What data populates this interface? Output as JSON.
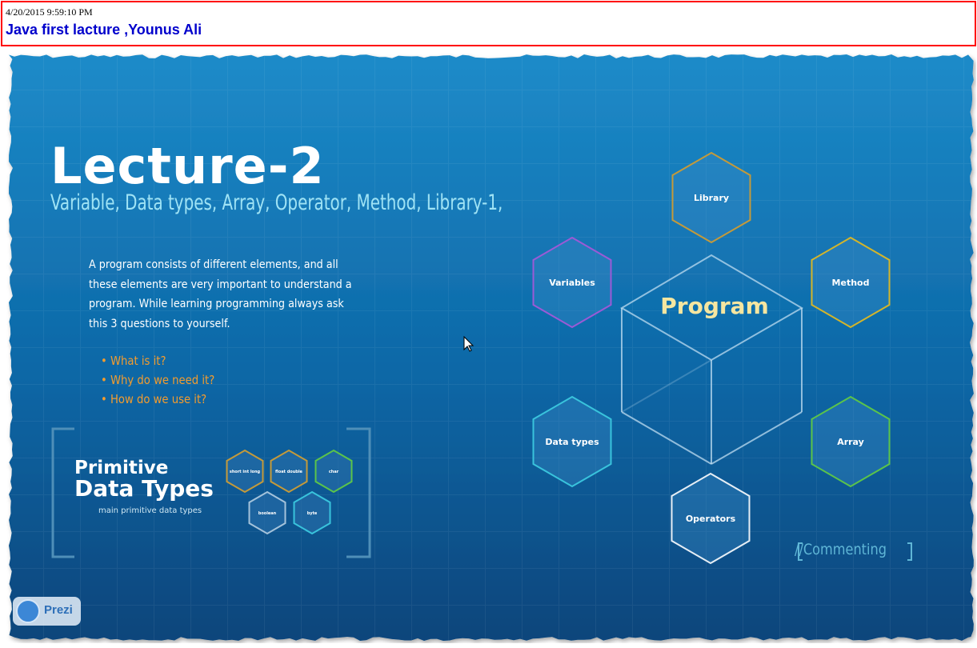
{
  "header": {
    "timestamp": "4/20/2015 9:59:10 PM",
    "title": "Java first lacture ,Younus Ali"
  },
  "slide": {
    "title": "Lecture-2",
    "subtitle": "Variable, Data types, Array, Operator, Method, Library-1,",
    "intro": "A program consists of different elements, and all these elements are very important to understand a program. While learning programming always ask this 3 questions to yourself.",
    "bullets": [
      "What is it?",
      "Why do we need it?",
      "How do we use it?"
    ],
    "primitive": {
      "line1": "Primitive",
      "line2": "Data Types",
      "subtitle": "main primitive data types",
      "hexes": [
        "short int long",
        "float double",
        "char",
        "boolean",
        "byte"
      ]
    },
    "program": {
      "center_label": "Program",
      "nodes": [
        {
          "label": "Library",
          "color": "#c49a3a"
        },
        {
          "label": "Method",
          "color": "#d4b52a"
        },
        {
          "label": "Array",
          "color": "#5bc44a"
        },
        {
          "label": "Operators",
          "color": "#e6eef5"
        },
        {
          "label": "Data types",
          "color": "#39c3dc"
        },
        {
          "label": "Variables",
          "color": "#9b5ad6"
        }
      ]
    },
    "commenting": "//Commenting",
    "prezi_label": "Prezi"
  },
  "colors": {
    "header_border": "#ff0000",
    "title_color": "#0000cc",
    "slide_bg_top": "#1d8bc9",
    "slide_bg_bottom": "#07457b",
    "bullet_color": "#f39c2e",
    "program_label": "#f5e6a0"
  },
  "icons": [
    "mouse-cursor-icon",
    "prezi-logo-icon"
  ]
}
